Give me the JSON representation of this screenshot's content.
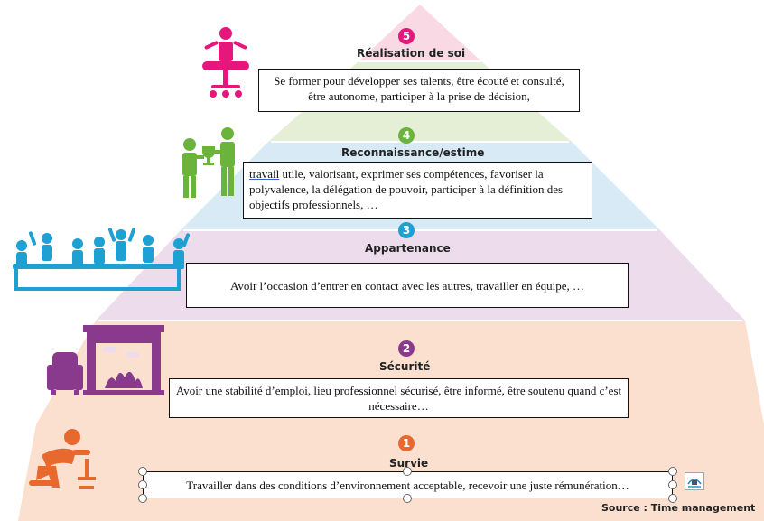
{
  "levels": [
    {
      "number": "5",
      "title": "Réalisation de soi",
      "color": "#e5177d",
      "text": "Se former pour développer ses talents, être écouté et consulté, être autonome, participer à la prise de décision,"
    },
    {
      "number": "4",
      "title": "Reconnaissance/estime",
      "color": "#6ab43e",
      "text_first": "travail",
      "text": " utile, valorisant, exprimer ses compétences, favoriser la polyvalence, la délégation de pouvoir, participer à la définition des objectifs professionnels, …"
    },
    {
      "number": "3",
      "title": "Appartenance",
      "color": "#1fa0d2",
      "text": "Avoir l’occasion d’entrer en contact avec les autres, travailler en équipe, …"
    },
    {
      "number": "2",
      "title": "Sécurité",
      "color": "#8a3a8c",
      "text": "Avoir une stabilité d’emploi, lieu professionnel sécurisé, être informé, être soutenu quand c’est nécessaire…"
    },
    {
      "number": "1",
      "title": "Survie",
      "color": "#e8692d",
      "text": "Travailler dans des conditions d’environnement acceptable, recevoir une juste rémunération…"
    }
  ],
  "tier_colors": [
    "#f9d9e4",
    "#e4efd6",
    "#d7eaf5",
    "#ecdcec",
    "#fbe0cf"
  ],
  "source": "Source : Time management",
  "icons": [
    "meditating-person-icon",
    "trophy-handover-icon",
    "team-meeting-icon",
    "fireplace-armchair-icon",
    "worker-kneeling-icon",
    "layout-options-icon"
  ]
}
